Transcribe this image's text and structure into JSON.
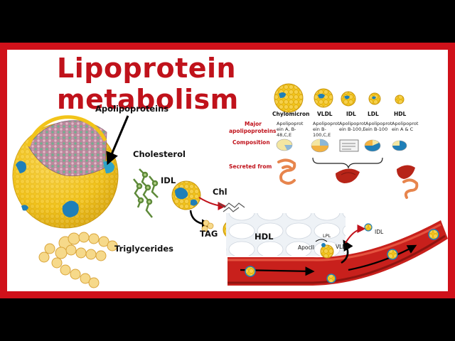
{
  "title": "Lipoprotein metabolism",
  "labels": {
    "apolipoproteins": "Apolipoproteins",
    "cholesterol": "Cholesterol",
    "triglycerides": "Triglycerides",
    "idl": "IDL",
    "chl": "Chl",
    "tag": "TAG",
    "hdl": "HDL",
    "lpl": "LPL",
    "apocii": "ApocII",
    "vldl": "VLDL",
    "idl_small": "IDL"
  },
  "table": {
    "row_labels": {
      "major_line1": "Major",
      "major_line2": "apolipoproteins",
      "composition": "Composition",
      "secreted": "Secreted from"
    },
    "columns": [
      {
        "name": "Chylomicron",
        "apo": "Apolipoprot ein A, B-48,C,E"
      },
      {
        "name": "VLDL",
        "apo": "Apolipoprot ein B-100,C,E"
      },
      {
        "name": "IDL",
        "apo": "Apolipoprot ein B-100,E"
      },
      {
        "name": "LDL",
        "apo": "Apolipoprot ein B-100"
      },
      {
        "name": "HDL",
        "apo": "Apolipoprot ein A & C"
      }
    ]
  },
  "colors": {
    "frame": "#d0111a",
    "title": "#c0121b",
    "lipid_yellow": "#f2c419",
    "apoprotein_blue": "#1f7fb8",
    "vessel_red": "#c8201c",
    "liver": "#b72418",
    "intestine": "#e7854d"
  }
}
